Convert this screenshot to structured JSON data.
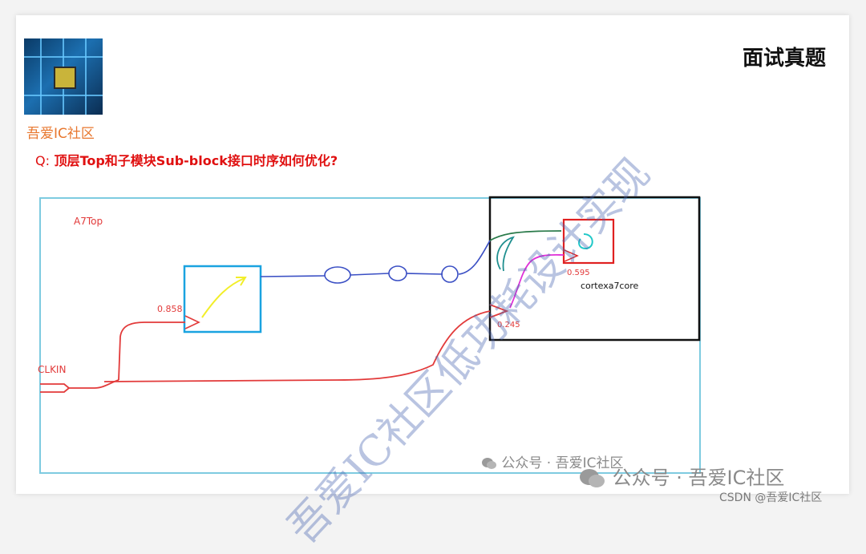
{
  "header": {
    "brand": "吾爱IC社区",
    "title": "面试真题"
  },
  "question": {
    "label": "Q:",
    "text": "顶层Top和子模块Sub-block接口时序如何优化?"
  },
  "diagram": {
    "top_label": "A7Top",
    "clock_label": "CLKIN",
    "core_label": "cortexa7core",
    "delays": {
      "left_ff": "0.858",
      "core_ff": "0.595",
      "core_input": "0.245"
    }
  },
  "watermark": {
    "diagonal": "吾爱IC社区低功耗设计实现",
    "wechat_small": "公众号 · 吾爱IC社区",
    "wechat_large": "公众号 · 吾爱IC社区",
    "csdn": "CSDN @吾爱IC社区"
  },
  "colors": {
    "top_border": "#7ecbe0",
    "clock": "#e23a3a",
    "ff_border": "#1aa3e0",
    "yellow": "#f2ee2a",
    "blue_wire": "#3a4fc4",
    "core_ff_border": "#e02020",
    "cyan": "#20c8c8",
    "teal": "#1f8f8f",
    "magenta": "#e030d8",
    "green": "#2a7a4a"
  }
}
